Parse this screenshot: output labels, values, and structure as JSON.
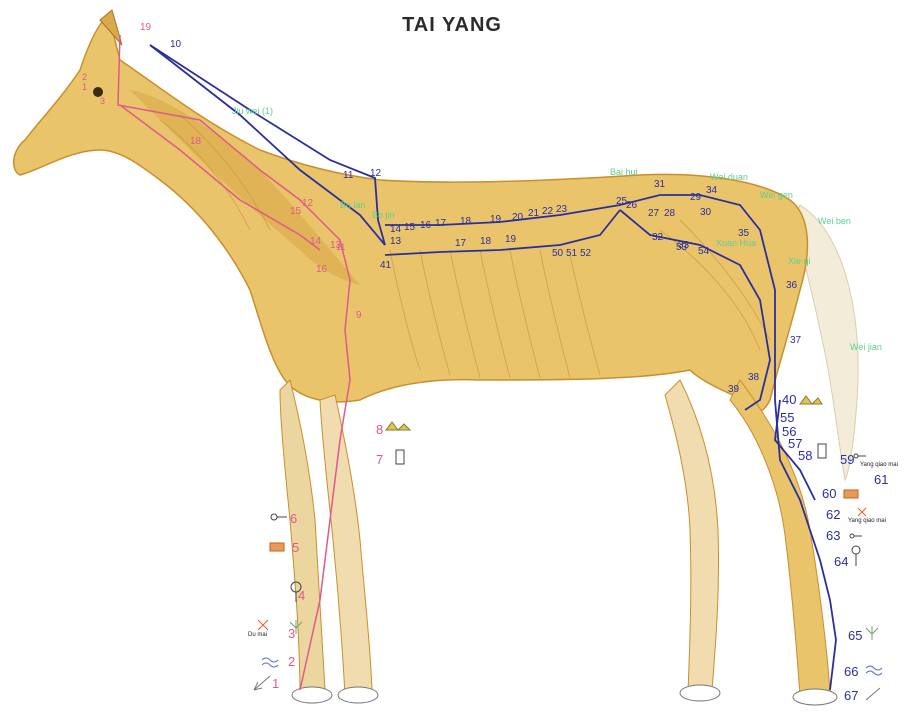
{
  "title": "TAI YANG",
  "colors": {
    "horse_body": "#e9c46a",
    "horse_shadow": "#c98f2e",
    "muscle_line": "#a8742a",
    "meridian_blue": "#2b2f9e",
    "foreleg_pink": "#e05a8a",
    "extra_point_green": "#5fcf8f"
  },
  "blue_points": [
    "10",
    "11",
    "12",
    "13",
    "14",
    "15",
    "16",
    "17",
    "17",
    "18",
    "18",
    "19",
    "19",
    "20",
    "21",
    "22",
    "23",
    "25",
    "26",
    "27",
    "28",
    "29",
    "30",
    "31",
    "32",
    "33",
    "34",
    "35",
    "36",
    "37",
    "38",
    "39",
    "40",
    "41",
    "50",
    "51",
    "52",
    "53",
    "54",
    "55",
    "56",
    "57",
    "58",
    "59",
    "60",
    "61",
    "62",
    "63",
    "64",
    "65",
    "66",
    "67"
  ],
  "pink_points": [
    "1",
    "2",
    "3",
    "4",
    "5",
    "6",
    "7",
    "8",
    "9",
    "11",
    "12",
    "13",
    "14",
    "15",
    "16",
    "18",
    "19"
  ],
  "pink_small": [
    "2",
    "1",
    "3"
  ],
  "green_labels": [
    "Jiu wei (1)",
    "Bo lan",
    "Bo jin",
    "Bai hui",
    "Wei duan",
    "Wei gen",
    "Wei ben",
    "Xuan Hua",
    "Xie qi",
    "Wei jian"
  ],
  "small_black_labels": [
    "Yang qiao mai",
    "Yang qiao mai",
    "Du mai"
  ]
}
